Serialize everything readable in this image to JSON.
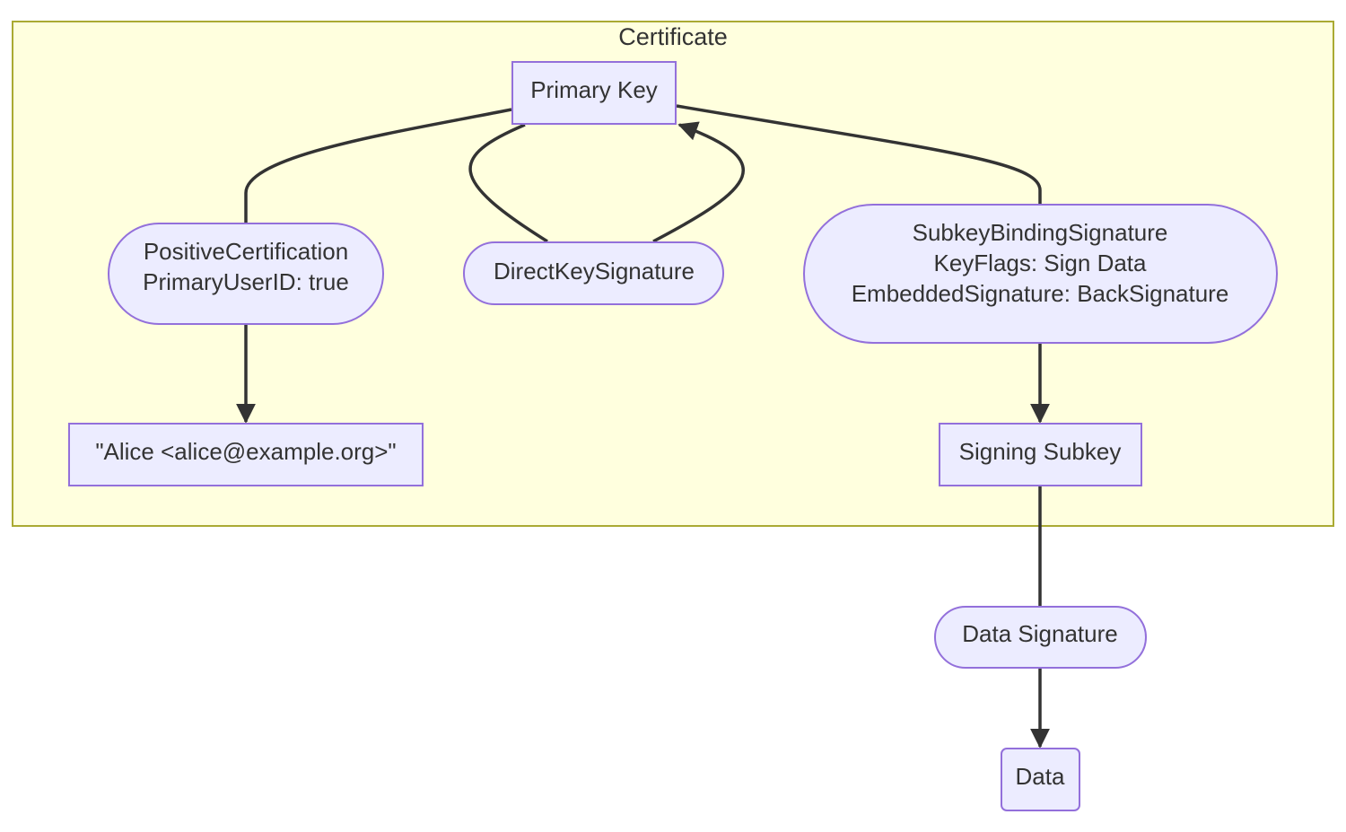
{
  "cluster": {
    "label": "Certificate"
  },
  "nodes": {
    "primary_key": [
      "Primary Key"
    ],
    "positive_cert": [
      "PositiveCertification",
      "PrimaryUserID: true"
    ],
    "direct_key_sig": [
      "DirectKeySignature"
    ],
    "subkey_binding": [
      "SubkeyBindingSignature",
      "KeyFlags: Sign Data",
      "EmbeddedSignature: BackSignature"
    ],
    "user_id": [
      "\"Alice <alice@example.org>\""
    ],
    "signing_subkey": [
      "Signing Subkey"
    ],
    "data_signature": [
      "Data Signature"
    ],
    "data": [
      "Data"
    ]
  },
  "colors": {
    "cluster_fill": "#FFFFDE",
    "cluster_stroke": "#AAAA33",
    "node_fill": "#ECECFF",
    "node_stroke": "#9370DB",
    "edge": "#333333",
    "text": "#333333"
  }
}
